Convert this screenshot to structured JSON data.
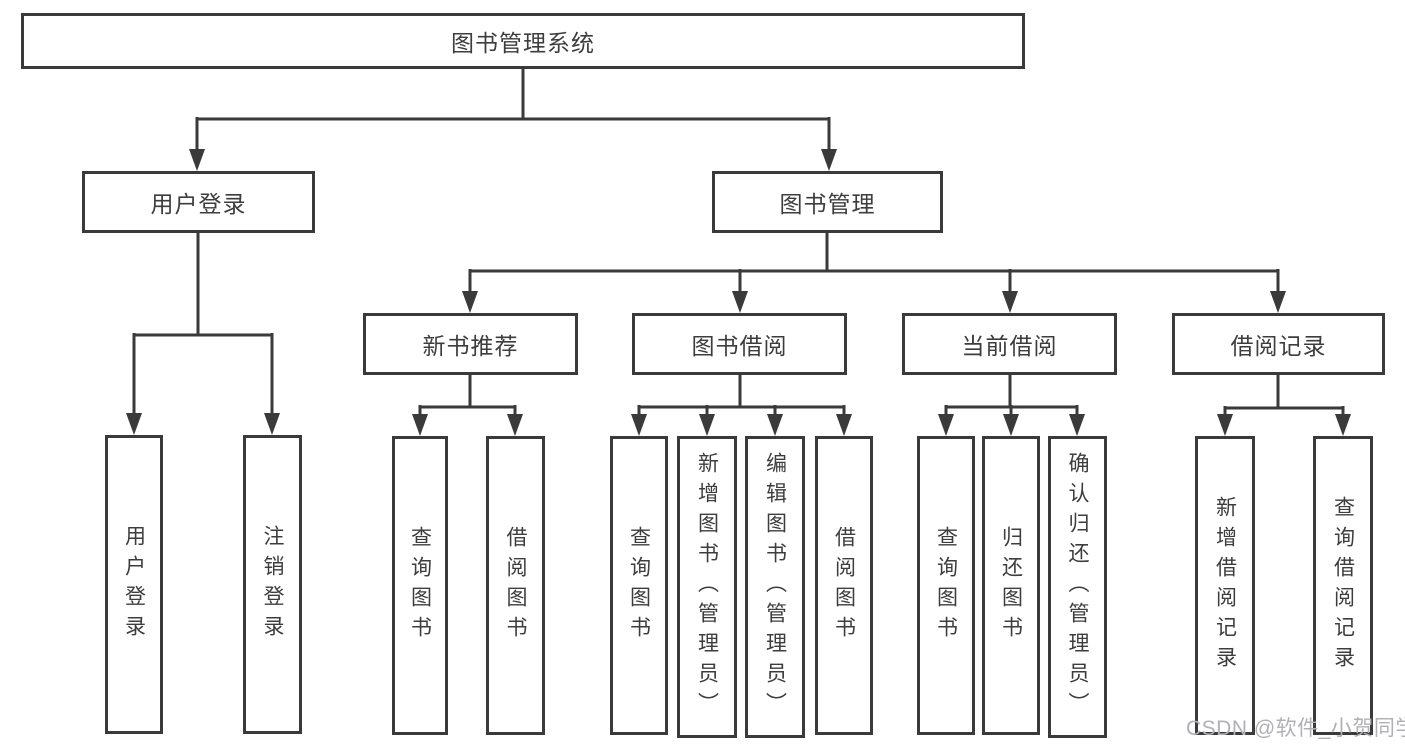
{
  "diagram": {
    "type": "functional-structure-tree",
    "tree": {
      "label": "图书管理系统",
      "children": [
        {
          "label": "用户登录",
          "children": [
            {
              "label": "用户登录"
            },
            {
              "label": "注销登录"
            }
          ]
        },
        {
          "label": "图书管理",
          "children": [
            {
              "label": "新书推荐",
              "children": [
                {
                  "label": "查询图书"
                },
                {
                  "label": "借阅图书"
                }
              ]
            },
            {
              "label": "图书借阅",
              "children": [
                {
                  "label": "查询图书"
                },
                {
                  "label": "新增图书（管理员）"
                },
                {
                  "label": "编辑图书（管理员）"
                },
                {
                  "label": "借阅图书"
                }
              ]
            },
            {
              "label": "当前借阅",
              "children": [
                {
                  "label": "查询图书"
                },
                {
                  "label": "归还图书"
                },
                {
                  "label": "确认归还（管理员）"
                }
              ]
            },
            {
              "label": "借阅记录",
              "children": [
                {
                  "label": "新增借阅记录"
                },
                {
                  "label": "查询借阅记录"
                }
              ]
            }
          ]
        }
      ]
    },
    "colors": {
      "line": "#3a3a3a",
      "box_border": "#3a3a3a",
      "box_fill": "#ffffff",
      "text": "#3d3d3d",
      "watermark": "#b1b1b5",
      "background": "#ffffff"
    }
  },
  "watermark": {
    "text": "CSDN @软件_小贺同学"
  }
}
